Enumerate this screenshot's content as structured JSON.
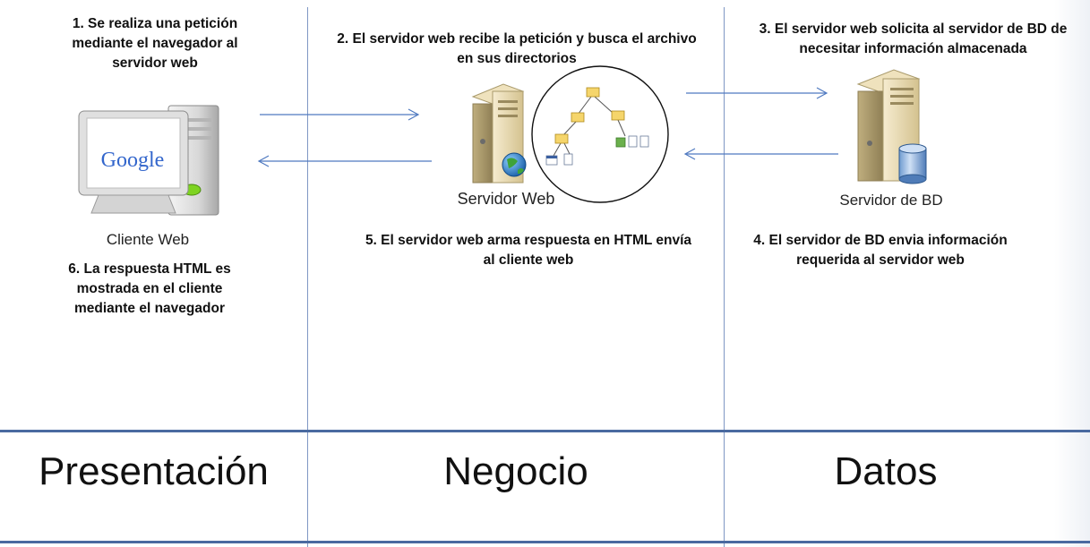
{
  "steps": {
    "s1": "1. Se realiza una petición mediante el navegador al servidor web",
    "s2": "2. El servidor web recibe la petición y busca el archivo en sus directorios",
    "s3": "3. El servidor web solicita al servidor de BD de necesitar información almacenada",
    "s4": "4. El servidor de BD envia información requerida al servidor web",
    "s5": "5. El servidor web arma respuesta en HTML envía al cliente web",
    "s6": "6. La respuesta HTML es mostrada en el cliente mediante el navegador"
  },
  "labels": {
    "client": "Cliente Web",
    "web_server": "Servidor Web",
    "db_server": "Servidor de BD",
    "google_logo": "Google"
  },
  "tiers": {
    "presentation": "Presentación",
    "business": "Negocio",
    "data": "Datos"
  },
  "icons": [
    "client-computer-icon",
    "web-server-icon",
    "globe-icon",
    "directory-tree-icon",
    "database-server-icon",
    "database-cylinder-icon",
    "arrow-icon"
  ],
  "colors": {
    "divider": "#7f97c4",
    "tier_rule": "#4a6aa0",
    "arrow": "#4f79c0"
  }
}
